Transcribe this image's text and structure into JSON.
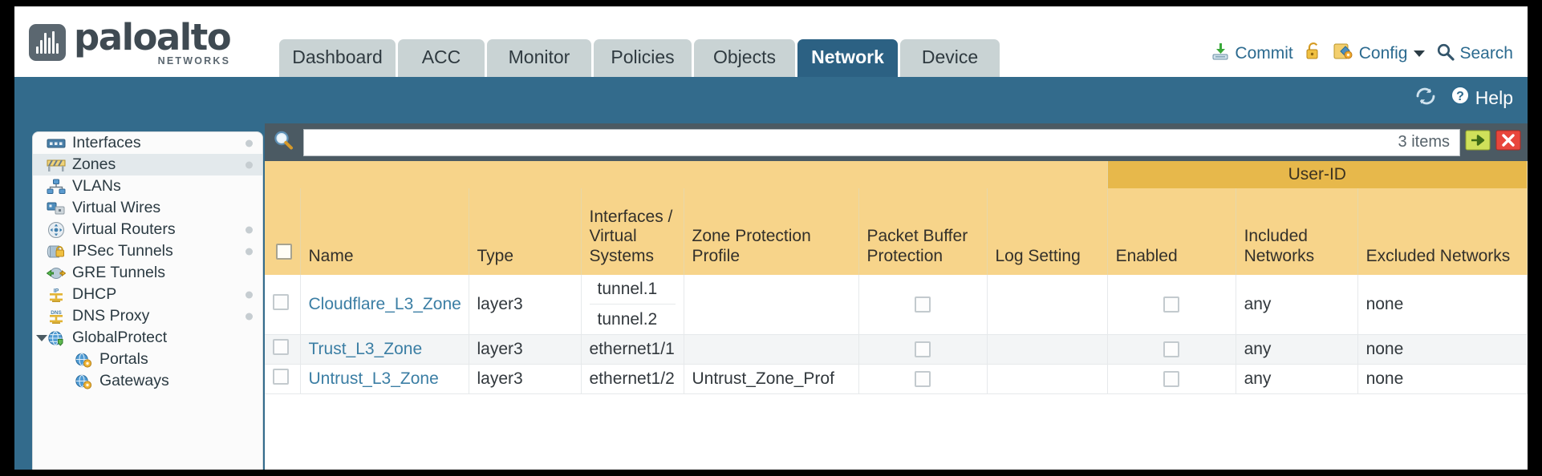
{
  "brand": {
    "name": "paloalto",
    "tagline": "NETWORKS"
  },
  "tabs": [
    {
      "label": "Dashboard",
      "active": false
    },
    {
      "label": "ACC",
      "active": false
    },
    {
      "label": "Monitor",
      "active": false
    },
    {
      "label": "Policies",
      "active": false
    },
    {
      "label": "Objects",
      "active": false
    },
    {
      "label": "Network",
      "active": true
    },
    {
      "label": "Device",
      "active": false
    }
  ],
  "top_actions": {
    "commit": "Commit",
    "config": "Config",
    "search": "Search"
  },
  "band": {
    "help": "Help"
  },
  "sidebar": {
    "items": [
      {
        "label": "Interfaces",
        "icon": "interfaces-icon",
        "selected": false,
        "dot": true,
        "child": false,
        "caret": false
      },
      {
        "label": "Zones",
        "icon": "zones-icon",
        "selected": true,
        "dot": true,
        "child": false,
        "caret": false
      },
      {
        "label": "VLANs",
        "icon": "vlans-icon",
        "selected": false,
        "dot": false,
        "child": false,
        "caret": false
      },
      {
        "label": "Virtual Wires",
        "icon": "virtual-wires-icon",
        "selected": false,
        "dot": false,
        "child": false,
        "caret": false
      },
      {
        "label": "Virtual Routers",
        "icon": "virtual-routers-icon",
        "selected": false,
        "dot": true,
        "child": false,
        "caret": false
      },
      {
        "label": "IPSec Tunnels",
        "icon": "ipsec-tunnels-icon",
        "selected": false,
        "dot": true,
        "child": false,
        "caret": false
      },
      {
        "label": "GRE Tunnels",
        "icon": "gre-tunnels-icon",
        "selected": false,
        "dot": false,
        "child": false,
        "caret": false
      },
      {
        "label": "DHCP",
        "icon": "dhcp-icon",
        "selected": false,
        "dot": true,
        "child": false,
        "caret": false
      },
      {
        "label": "DNS Proxy",
        "icon": "dns-proxy-icon",
        "selected": false,
        "dot": true,
        "child": false,
        "caret": false
      },
      {
        "label": "GlobalProtect",
        "icon": "globalprotect-icon",
        "selected": false,
        "dot": false,
        "child": false,
        "caret": true
      },
      {
        "label": "Portals",
        "icon": "portals-icon",
        "selected": false,
        "dot": false,
        "child": true,
        "caret": false
      },
      {
        "label": "Gateways",
        "icon": "gateways-icon",
        "selected": false,
        "dot": false,
        "child": true,
        "caret": false
      }
    ]
  },
  "search": {
    "value": "",
    "placeholder": "",
    "items_count": "3 items"
  },
  "table": {
    "group_header": {
      "userid": "User-ID"
    },
    "columns": [
      "Name",
      "Type",
      "Interfaces / Virtual Systems",
      "Zone Protection Profile",
      "Packet Buffer Protection",
      "Log Setting",
      "Enabled",
      "Included Networks",
      "Excluded Networks"
    ],
    "rows": [
      {
        "selected": false,
        "name": "Cloudflare_L3_Zone",
        "type": "layer3",
        "interfaces": [
          "tunnel.1",
          "tunnel.2"
        ],
        "zone_protection_profile": "",
        "packet_buffer_protection": false,
        "log_setting": "",
        "userid_enabled": false,
        "included_networks": "any",
        "excluded_networks": "none"
      },
      {
        "selected": false,
        "name": "Trust_L3_Zone",
        "type": "layer3",
        "interfaces": [
          "ethernet1/1"
        ],
        "zone_protection_profile": "",
        "packet_buffer_protection": false,
        "log_setting": "",
        "userid_enabled": false,
        "included_networks": "any",
        "excluded_networks": "none"
      },
      {
        "selected": false,
        "name": "Untrust_L3_Zone",
        "type": "layer3",
        "interfaces": [
          "ethernet1/2"
        ],
        "zone_protection_profile": "Untrust_Zone_Prof",
        "packet_buffer_protection": false,
        "log_setting": "",
        "userid_enabled": false,
        "included_networks": "any",
        "excluded_networks": "none"
      }
    ]
  },
  "colors": {
    "brand_gray": "#5b6770",
    "tab_inactive": "#c9d3d4",
    "tab_active": "#2c6183",
    "band_blue": "#336b8c",
    "header_yellow": "#f7d48a",
    "userid_yellow": "#e7b84b",
    "link_blue": "#3b7ea4"
  }
}
